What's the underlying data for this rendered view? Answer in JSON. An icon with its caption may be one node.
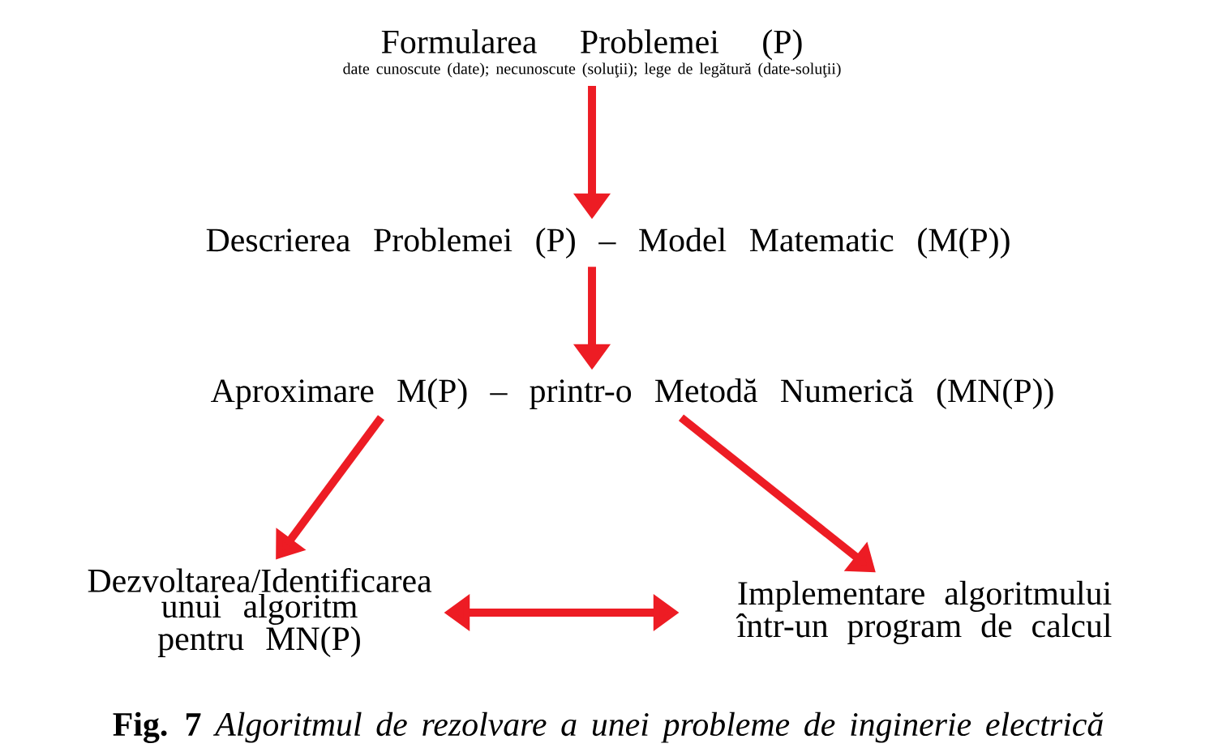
{
  "diagram": {
    "caption": "**Fig. 7** *Algoritmul de rezolvare a unei probleme de inginerie electrică*",
    "nodes": [
      {
        "text": [
          "Formularea Problemei (P)",
          "date cunoscute (date); necunoscute (soluţii); lege de legătură (date-soluţii)"
        ]
      },
      {
        "text": [
          "Descrierea Problemei (P) – Model Matematic (M(P))"
        ]
      },
      {
        "text": [
          "Aproximare M(P) – printr-o Metodă Numerică (MN(P))"
        ]
      },
      {
        "text": [
          "Dezvoltarea/Identificarea unui algoritm pentru MN(P)"
        ]
      },
      {
        "text": [
          "Implementare algoritmului într-un program de calcul"
        ]
      }
    ],
    "edges": [
      {
        "from": 0,
        "to": 1,
        "arrow": "to"
      },
      {
        "from": 1,
        "to": 2,
        "arrow": "to"
      },
      {
        "from": 2,
        "to": 3,
        "arrow": "to"
      },
      {
        "from": 2,
        "to": 4,
        "arrow": "to"
      },
      {
        "from": 3,
        "to": 4,
        "arrow": "both"
      }
    ]
  }
}
